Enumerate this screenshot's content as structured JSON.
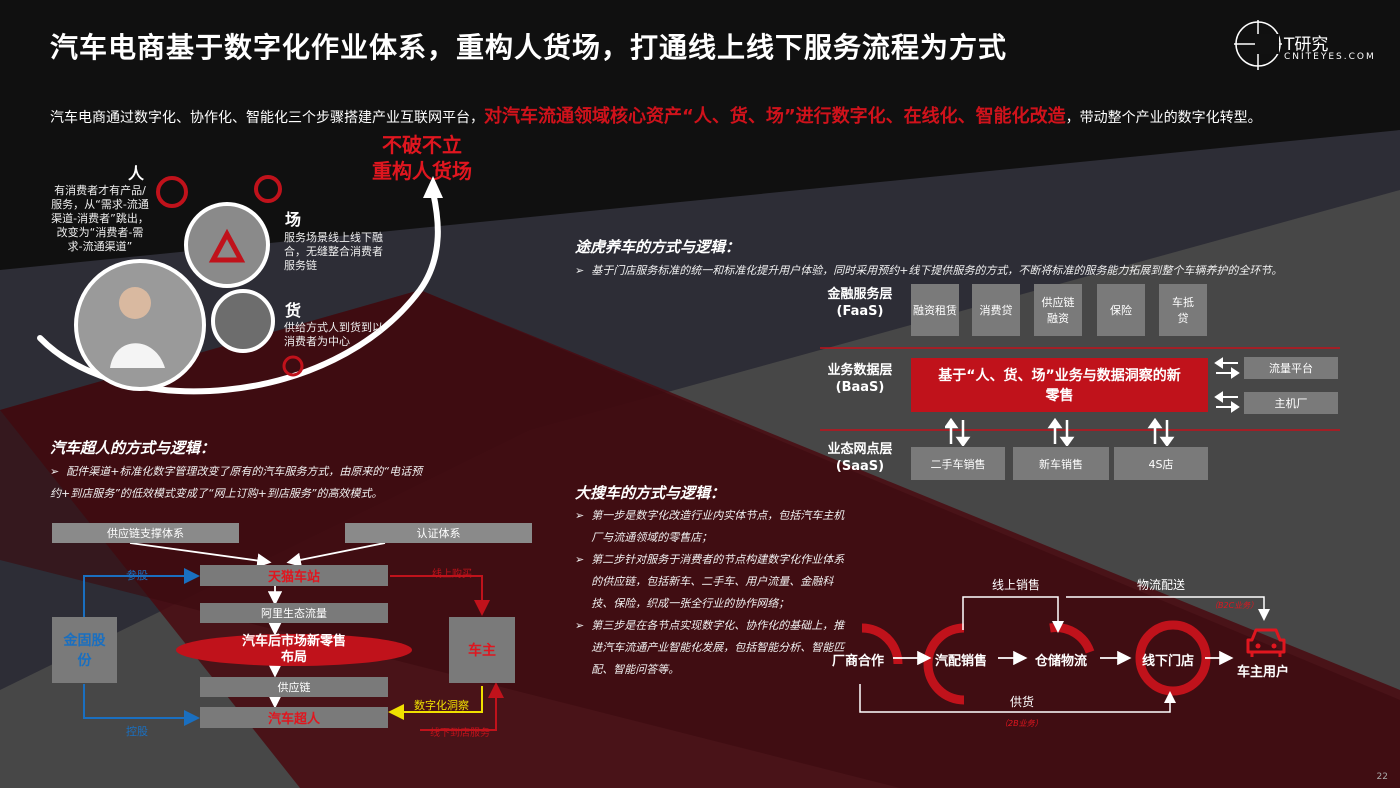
{
  "title": "汽车电商基于数字化作业体系，重构人货场，打通线上线下服务流程为方式",
  "logo": {
    "cn": "T研究",
    "en": "CNITEYES.COM"
  },
  "intro": {
    "part1": "汽车电商通过数字化、协作化、智能化三个步骤搭建产业互联网平台，",
    "highlight": "对汽车流通领域核心资产“人、货、场”进行数字化、在线化、智能化改造",
    "part2": "，带动整个产业的数字化转型。"
  },
  "slogan": {
    "line1": "不破不立",
    "line2": "重构人货场"
  },
  "people": {
    "title": "人",
    "desc": "有消费者才有产品/服务，从“需求-流通渠道-消费者”跳出，改变为“消费者-需求-流通渠道”"
  },
  "place": {
    "title": "场",
    "desc": "服务场景线上线下融合，无缝整合消费者服务链"
  },
  "goods": {
    "title": "货",
    "desc": "供给方式人到货到以消费者为中心"
  },
  "tuhu": {
    "title": "途虎养车的方式与逻辑：",
    "bullet": "基于门店服务标准的统一和标准化提升用户体验，同时采用预约+线下提供服务的方式，不断将标准的服务能力拓展到整个车辆养护的全环节。",
    "layers": [
      {
        "name": "金融服务层",
        "abbr": "(FaaS)"
      },
      {
        "name": "业务数据层",
        "abbr": "(BaaS)"
      },
      {
        "name": "业态网点层",
        "abbr": "(SaaS)"
      }
    ],
    "faas": [
      "融资租赁",
      "消费贷",
      "供应链融资",
      "保险",
      "车抵贷"
    ],
    "baas": "基于“人、货、场”业务与数据洞察的新零售",
    "side": [
      "流量平台",
      "主机厂"
    ],
    "saas": [
      "二手车销售",
      "新车销售",
      "4S店"
    ]
  },
  "qichechaoren": {
    "title": "汽车超人的方式与逻辑：",
    "bullet": "配件渠道+标准化数字管理改变了原有的汽车服务方式，由原来的“电话预约+到店服务”的低效模式变成了“网上订购+到店服务”的高效模式。",
    "supply_system": "供应链支撑体系",
    "cert_system": "认证体系",
    "tmall": "天猫车站",
    "ali_flow": "阿里生态流量",
    "aftermarket": "汽车后市场新零售布局",
    "supply_chain": "供应链",
    "chaoren": "汽车超人",
    "jinguwei": "金固股份",
    "owner": "车主",
    "stake": "参股",
    "control": "控股",
    "online_buy": "线上购买",
    "digital": "数字化洞察",
    "offline_service": "线下到店服务"
  },
  "dasouche": {
    "title": "大搜车的方式与逻辑：",
    "bullets": [
      "第一步是数字化改造行业内实体节点，包括汽车主机厂与流通领域的零售店；",
      "第二步针对服务于消费者的节点构建数字化作业体系的供应链，包括新车、二手车、用户流量、金融科技、保险，织成一张全行业的协作网络；",
      "第三步是在各节点实现数字化、协作化的基础上，推进汽车流通产业智能化发展，包括智能分析、智能匹配、智能问答等。"
    ],
    "nodes": [
      "厂商合作",
      "汽配销售",
      "仓储物流",
      "线下门店",
      "车主用户"
    ],
    "online_sales": "线上销售",
    "logistics": "物流配送",
    "supply": "供货",
    "b2c": "（B2C业务）",
    "b2b": "（2B业务）"
  },
  "page_number": "22"
}
